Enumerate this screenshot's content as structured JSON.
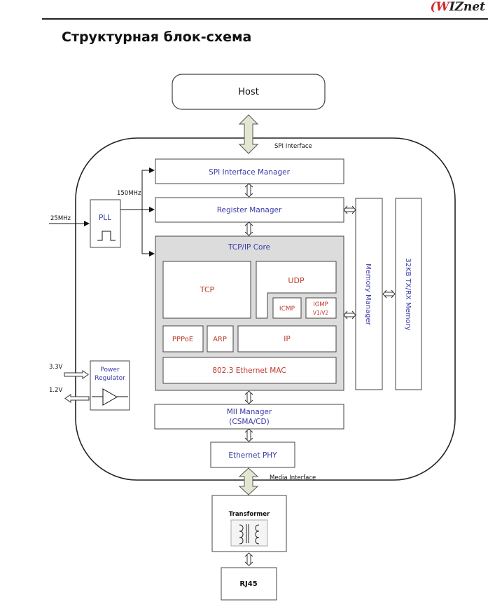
{
  "header": {
    "logo_prefix": "(W",
    "logo_rest": "IZnet",
    "title": "Структурная блок-схема"
  },
  "diagram": {
    "host": "Host",
    "spi_interface": "SPI Interface",
    "spi_manager": "SPI Interface Manager",
    "clock_150": "150MHz",
    "clock_25": "25MHz",
    "pll": "PLL",
    "register_manager": "Register Manager",
    "tcpip_core": "TCP/IP Core",
    "tcp": "TCP",
    "udp": "UDP",
    "icmp": "ICMP",
    "igmp_line1": "IGMP",
    "igmp_line2": "V1/V2",
    "pppoe": "PPPoE",
    "arp": "ARP",
    "ip": "IP",
    "ethernet_mac": "802.3 Ethernet MAC",
    "memory_manager": "Memory Manager",
    "memory": "32KB TX/RX Memory",
    "v33": "3.3V",
    "v12": "1.2V",
    "power_line1": "Power",
    "power_line2": "Regulator",
    "mii_line1": "MII  Manager",
    "mii_line2": "(CSMA/CD)",
    "ethernet_phy": "Ethernet PHY",
    "media_interface": "Media Interface",
    "transformer": "Transformer",
    "rj45": "RJ45"
  }
}
